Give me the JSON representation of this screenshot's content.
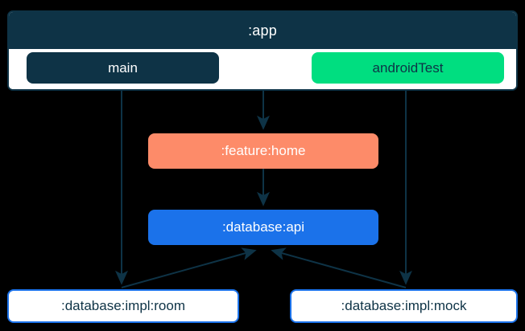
{
  "diagram": {
    "type": "dependency-graph",
    "background_color": "#000000",
    "edge_color": "#0e3346",
    "subgraph": {
      "title": ":app",
      "header_color": "#0e3346",
      "body_color": "#ffffff",
      "border_color": "#0e3346",
      "children": [
        {
          "id": "main",
          "label": "main",
          "fill": "#0e3346",
          "text_color": "#ffffff"
        },
        {
          "id": "androidTest",
          "label": "androidTest",
          "fill": "#00de80",
          "text_color": "#0e3346"
        }
      ]
    },
    "nodes": [
      {
        "id": "feature-home",
        "label": ":feature:home",
        "fill": "#fd8b69",
        "text_color": "#ffffff"
      },
      {
        "id": "database-api",
        "label": ":database:api",
        "fill": "#1b72ea",
        "text_color": "#ffffff"
      },
      {
        "id": "database-impl-room",
        "label": ":database:impl:room",
        "fill": "#ffffff",
        "text_color": "#0e3346",
        "border": "#1b72ea"
      },
      {
        "id": "database-impl-mock",
        "label": ":database:impl:mock",
        "fill": "#ffffff",
        "text_color": "#0e3346",
        "border": "#1b72ea"
      }
    ],
    "edges": [
      {
        "from": "main",
        "to": "database-impl-room",
        "style": "solid",
        "arrow": "end"
      },
      {
        "from": "app",
        "to": "feature-home",
        "style": "solid",
        "arrow": "end"
      },
      {
        "from": "androidTest",
        "to": "database-impl-mock",
        "style": "solid",
        "arrow": "end"
      },
      {
        "from": "feature-home",
        "to": "database-api",
        "style": "solid",
        "arrow": "end"
      },
      {
        "from": "database-impl-room",
        "to": "database-api",
        "style": "solid",
        "arrow": "end"
      },
      {
        "from": "database-impl-mock",
        "to": "database-api",
        "style": "solid",
        "arrow": "end"
      }
    ]
  }
}
